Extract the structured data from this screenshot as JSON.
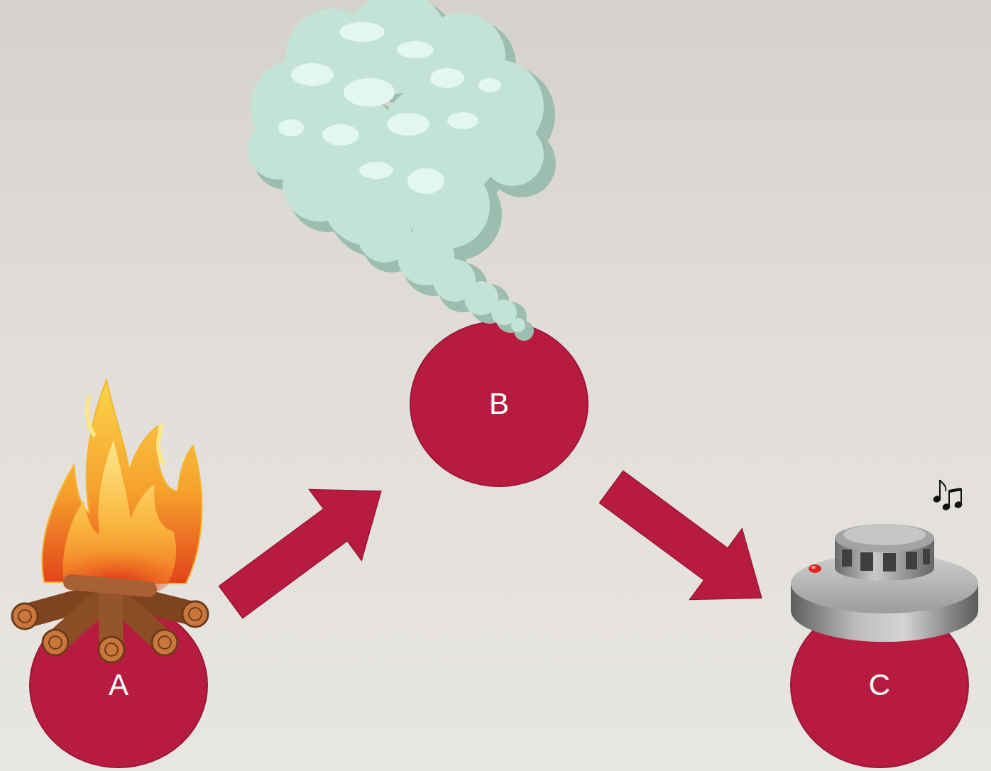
{
  "diagram": {
    "nodes": [
      {
        "text": [
          "A"
        ]
      },
      {
        "text": [
          "B"
        ]
      },
      {
        "text": [
          "C"
        ]
      }
    ],
    "edges": [
      {
        "from": 0,
        "to": 1,
        "arrow": "to"
      },
      {
        "from": 1,
        "to": 2,
        "arrow": "to"
      }
    ]
  }
}
